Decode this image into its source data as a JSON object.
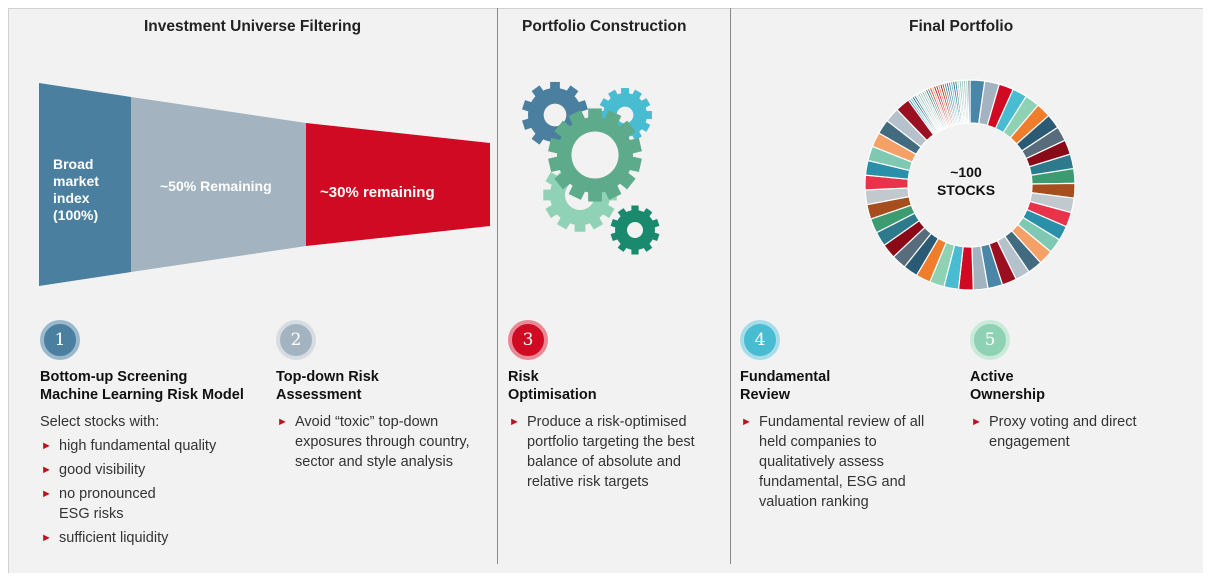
{
  "sections": {
    "filtering_title": "Investment Universe Filtering",
    "construction_title": "Portfolio Construction",
    "final_title": "Final Portfolio"
  },
  "funnel": {
    "stages": [
      {
        "label": "Broad market index (100%)",
        "color": "#4a7fa0"
      },
      {
        "label": "~50% Remaining",
        "color": "#a3b4c0"
      },
      {
        "label": "~30% remaining",
        "color": "#cf0a22"
      }
    ]
  },
  "gears": {
    "colors": [
      "#4a7fa0",
      "#48bcd1",
      "#5dab8a",
      "#1a8a6e",
      "#8fd2b5"
    ]
  },
  "donut": {
    "center_line1": "~100",
    "center_line2": "STOCKS",
    "palette": [
      "#4a86a8",
      "#a3b4c0",
      "#cf0a22",
      "#48bcd1",
      "#8ed1b3",
      "#f07d2b",
      "#2a5a74",
      "#576d7b",
      "#8b0a18",
      "#2c7a8c",
      "#3c9b71",
      "#a64e1e",
      "#c1c9cf",
      "#e8334a",
      "#2a8fa8",
      "#7fc8b2",
      "#f5a067",
      "#426b80",
      "#b5c2cb",
      "#9b1020"
    ]
  },
  "steps": [
    {
      "number": "1",
      "color": "#4a7fa0",
      "ring": "#9ab8cc",
      "title_line1": "Bottom-up Screening",
      "title_line2": "Machine Learning Risk Model",
      "intro": "Select stocks with:",
      "bullets": [
        "high fundamental quality",
        "good visibility",
        "no pronounced\nESG risks",
        "sufficient liquidity"
      ]
    },
    {
      "number": "2",
      "color": "#a3b4c0",
      "ring": "#d6dde2",
      "title_line1": "Top-down Risk",
      "title_line2": "Assessment",
      "bullets": [
        "Avoid “toxic” top-down exposures through country, sector and style analysis"
      ]
    },
    {
      "number": "3",
      "color": "#cf0a22",
      "ring": "#e88a95",
      "title_line1": "Risk",
      "title_line2": "Optimisation",
      "bullets": [
        "Produce a risk-optimised portfolio targeting the best balance of absolute and relative risk targets"
      ]
    },
    {
      "number": "4",
      "color": "#48bcd1",
      "ring": "#a7dde8",
      "title_line1": "Fundamental",
      "title_line2": "Review",
      "bullets": [
        "Fundamental review of all held companies to qualitatively assess fundamental, ESG and valuation ranking"
      ]
    },
    {
      "number": "5",
      "color": "#8ed1b3",
      "ring": "#c9ead9",
      "title_line1": "Active",
      "title_line2": "Ownership",
      "bullets": [
        "Proxy voting and direct engagement"
      ]
    }
  ]
}
